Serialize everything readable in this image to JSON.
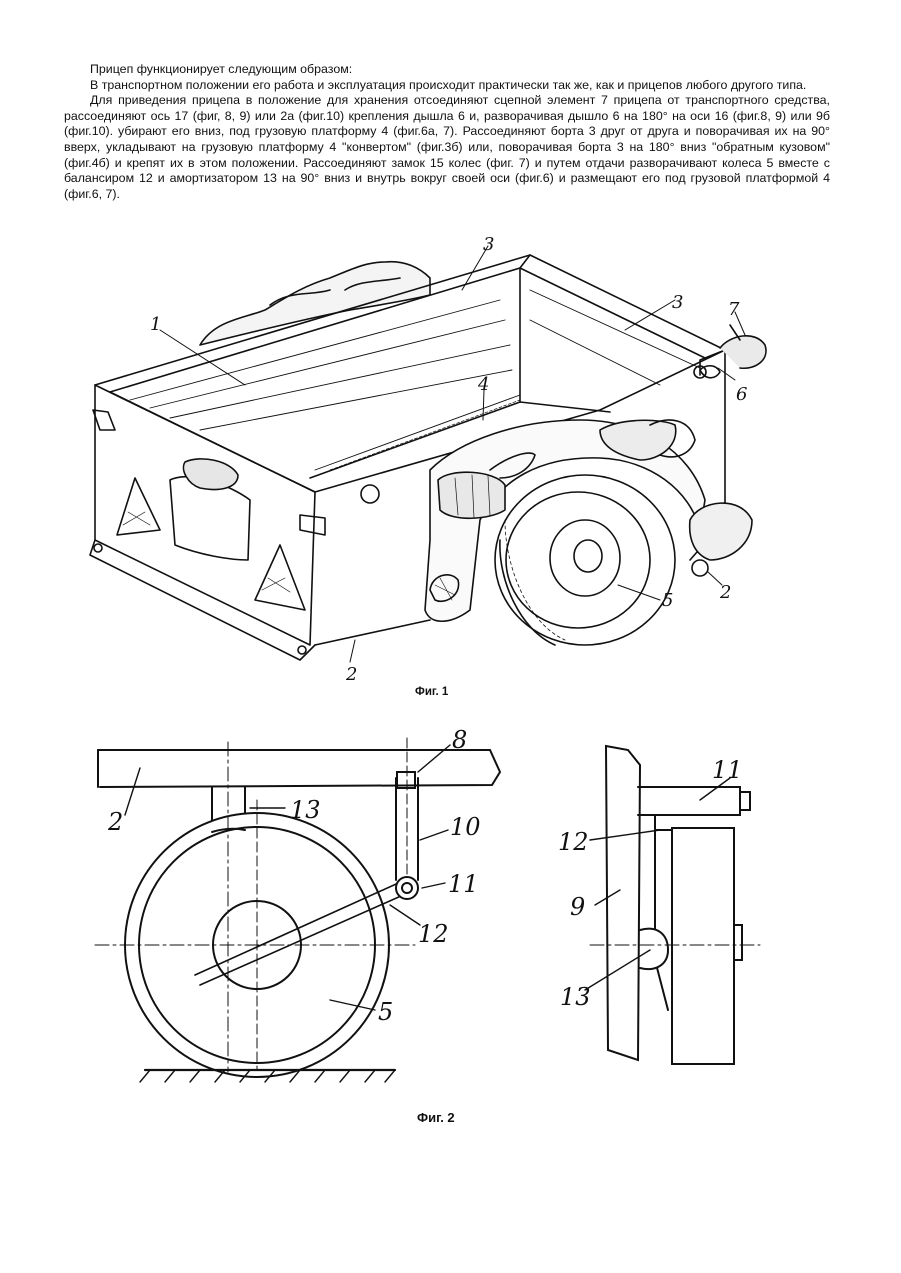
{
  "document": {
    "paragraphs": [
      "Прицеп функционирует следующим образом:",
      "В транспортном положении его работа и эксплуатация происходит практически так же, как и прицепов любого другого типа.",
      "Для приведения прицепа в положение для хранения отсоединяют сцепной элемент 7 прицепа от транспортного средства, рассоединяют ось 17 (фиг, 8, 9) или 2а (фиг.10) крепления дышла 6 и, разворачивая дышло 6 на 180° на оси 16 (фиг.8, 9) или 9б (фиг.10). убирают его вниз, под грузовую платформу 4 (фиг.6а, 7). Рассоединяют борта 3 друг от друга и поворачивая их на 90° вверх, укладывают на грузовую платформу 4 \"конвертом\" (фиг.3б) или, поворачивая борта 3 на 180° вниз \"обратным кузовом\" (фиг.4б) и крепят их в этом положении. Рассоединяют замок 15 колес (фиг. 7) и путем отдачи разворачивают колеса 5 вместе с балансиром 12 и амортизатором 13 на 90° вниз и внутрь вокруг своей оси (фиг.6) и размещают его под грузовой платформой 4 (фиг.6, 7)."
    ],
    "figure1": {
      "caption": "Фиг. 1",
      "labels": {
        "l1": "1",
        "l3a": "3",
        "l3b": "3",
        "l4": "4",
        "l7": "7",
        "l6": "6",
        "l2a": "2",
        "l2b": "2",
        "l5": "5"
      }
    },
    "figure2": {
      "caption": "Фиг. 2",
      "labels": {
        "l8": "8",
        "l2": "2",
        "l13": "13",
        "l10": "10",
        "l11": "11",
        "l12": "12",
        "l5": "5"
      }
    },
    "figure2_side": {
      "labels": {
        "l11": "11",
        "l12": "12",
        "l9": "9",
        "l13": "13"
      }
    }
  }
}
